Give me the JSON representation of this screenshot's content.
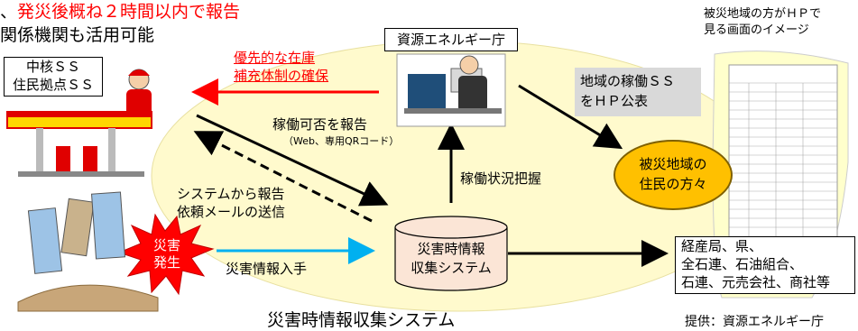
{
  "header": {
    "line1_prefix": "、",
    "line1_highlight": "発災後概ね２時間以内で報告",
    "line2": "関係機関も活用可能"
  },
  "agency_box": "資源エネルギー庁",
  "core_ss": [
    "中核ＳＳ",
    "住民拠点ＳＳ"
  ],
  "priority_stock": [
    "優先的な在庫",
    "補充体制の確保"
  ],
  "report_status": "稼働可否を報告",
  "report_status_sub": "（Web、専用QRコード）",
  "system_mail": [
    "システムから報告",
    "依頼メールの送信"
  ],
  "status_grasp": "稼働状況把握",
  "hp_publish": [
    "地域の稼働ＳＳ",
    "をＨＰ公表"
  ],
  "residents": [
    "被災地域の",
    "住民の方々"
  ],
  "screen_caption": [
    "被災地域の方がＨＰで",
    "見る画面のイメージ"
  ],
  "disaster_info": "災害情報入手",
  "disaster_burst": [
    "災害",
    "発生"
  ],
  "system_cyl": [
    "災害時情報",
    "収集システム"
  ],
  "related_orgs": [
    "経産局、県、",
    "全石連、石油組合、",
    "石連、元売会社、商社等"
  ],
  "title": "災害時情報収集システム",
  "credit": "提供：資源エネルギー庁",
  "colors": {
    "ellipse": "#fffacd",
    "red_arrow": "#ff0000",
    "blue_arrow": "#00b0f0",
    "oval": "#ffc000",
    "burst": "#ff0000"
  }
}
